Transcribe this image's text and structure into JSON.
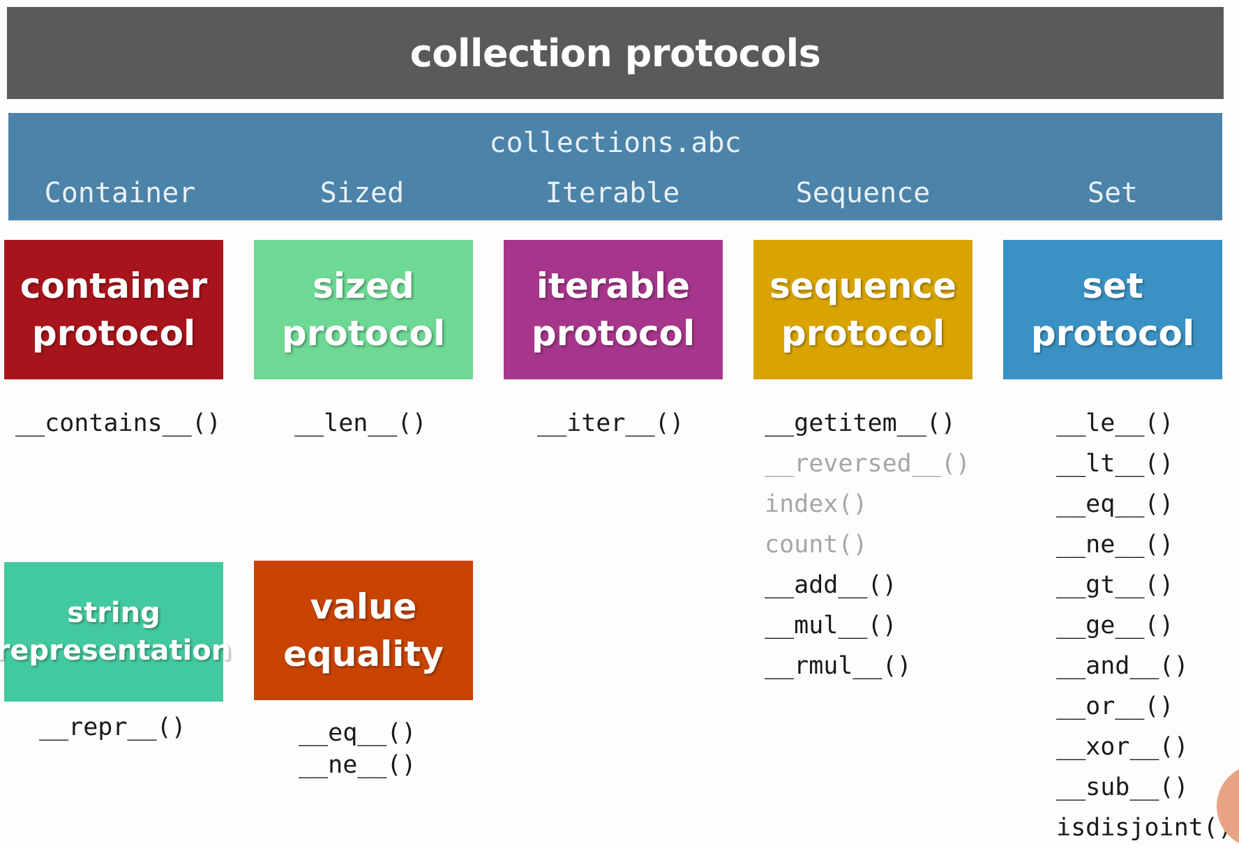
{
  "title": "collection protocols",
  "abc": {
    "title": "collections.abc",
    "labels": [
      "Container",
      "Sized",
      "Iterable",
      "Sequence",
      "Set"
    ]
  },
  "protocols": [
    {
      "label": "container\nprotocol",
      "color": "#a8141c",
      "methods": [
        {
          "name": "__contains__()",
          "muted": false
        }
      ]
    },
    {
      "label": "sized\nprotocol",
      "color": "#6ed895",
      "methods": [
        {
          "name": "__len__()",
          "muted": false
        }
      ]
    },
    {
      "label": "iterable\nprotocol",
      "color": "#a6368c",
      "methods": [
        {
          "name": "__iter__()",
          "muted": false
        }
      ]
    },
    {
      "label": "sequence\nprotocol",
      "color": "#d9a400",
      "methods": [
        {
          "name": "__getitem__()",
          "muted": false
        },
        {
          "name": "__reversed__()",
          "muted": true
        },
        {
          "name": "index()",
          "muted": true
        },
        {
          "name": "count()",
          "muted": true
        },
        {
          "name": "__add__()",
          "muted": false
        },
        {
          "name": "__mul__()",
          "muted": false
        },
        {
          "name": "__rmul__()",
          "muted": false
        }
      ]
    },
    {
      "label": "set\nprotocol",
      "color": "#3a92c4",
      "methods": [
        {
          "name": "__le__()",
          "muted": false
        },
        {
          "name": "__lt__()",
          "muted": false
        },
        {
          "name": "__eq__()",
          "muted": false
        },
        {
          "name": "__ne__()",
          "muted": false
        },
        {
          "name": "__gt__()",
          "muted": false
        },
        {
          "name": "__ge__()",
          "muted": false
        },
        {
          "name": "__and__()",
          "muted": false
        },
        {
          "name": "__or__()",
          "muted": false
        },
        {
          "name": "__xor__()",
          "muted": false
        },
        {
          "name": "__sub__()",
          "muted": false
        },
        {
          "name": "isdisjoint()",
          "muted": false
        }
      ]
    }
  ],
  "extras": [
    {
      "label": "string\nrepresentation",
      "color": "#43c99f",
      "methods": [
        {
          "name": "__repr__()",
          "muted": false
        }
      ]
    },
    {
      "label": "value\nequality",
      "color": "#c94300",
      "methods": [
        {
          "name": "__eq__()",
          "muted": false
        },
        {
          "name": "__ne__()",
          "muted": false
        }
      ]
    }
  ]
}
